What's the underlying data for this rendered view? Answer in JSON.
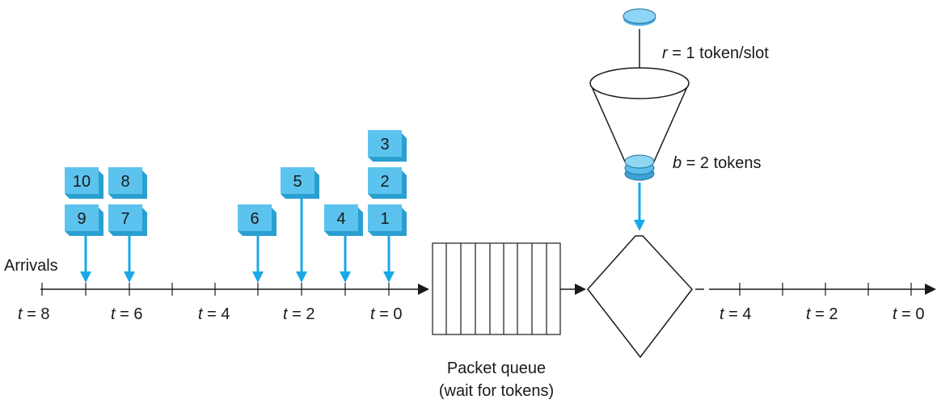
{
  "colors": {
    "packet_face": "#5cc3ee",
    "packet_side": "#2a9fd1",
    "arrow_blue": "#19a9e6",
    "token_fill": "#6dc7ef",
    "token_edge": "#1f6f96",
    "line": "#1a1a1a"
  },
  "labels": {
    "arrivals": "Arrivals",
    "rate_var": "r",
    "rate_rest": " = 1 token/slot",
    "bucket_var": "b",
    "bucket_rest": " = 2 tokens",
    "queue_line1": "Packet queue",
    "queue_line2": "(wait for tokens)"
  },
  "timeline_left": [
    {
      "var": "t",
      "rest": " = 8"
    },
    {
      "var": "t",
      "rest": " = 6"
    },
    {
      "var": "t",
      "rest": " = 4"
    },
    {
      "var": "t",
      "rest": " = 2"
    },
    {
      "var": "t",
      "rest": " = 0"
    }
  ],
  "timeline_right": [
    {
      "var": "t",
      "rest": " = 4"
    },
    {
      "var": "t",
      "rest": " = 2"
    },
    {
      "var": "t",
      "rest": " = 0"
    }
  ],
  "packets": [
    "10",
    "9",
    "8",
    "7",
    "6",
    "5",
    "4",
    "3",
    "2",
    "1"
  ],
  "icons": {
    "token": "token-disc-icon",
    "bucket": "token-bucket-icon",
    "regulator": "diamond-regulator-icon"
  }
}
